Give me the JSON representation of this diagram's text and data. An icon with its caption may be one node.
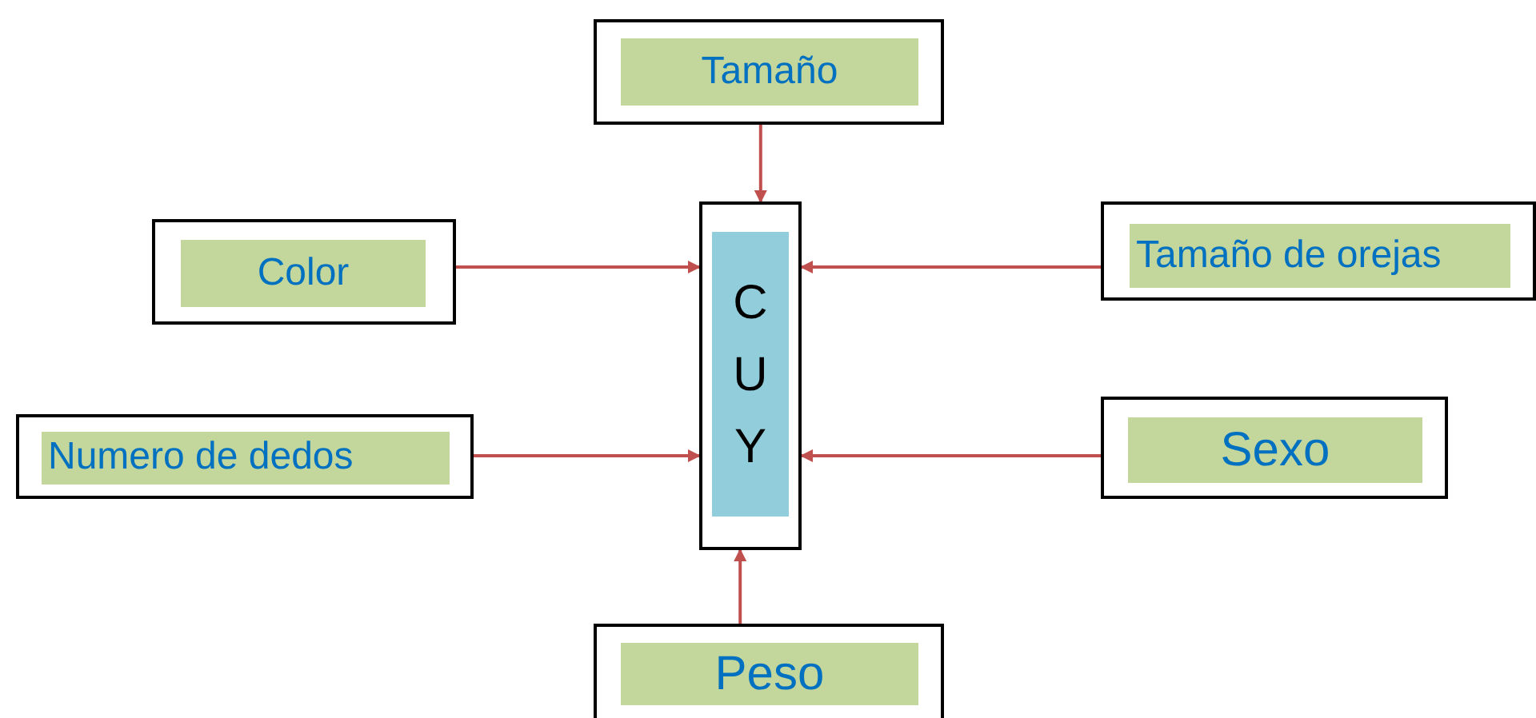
{
  "diagram": {
    "nodes": [
      {
        "text": [
          "Tamaño"
        ]
      },
      {
        "text": [
          "Color"
        ]
      },
      {
        "text": [
          "C U Y"
        ]
      },
      {
        "text": [
          "Tamaño de orejas"
        ]
      },
      {
        "text": [
          "Numero de dedos"
        ]
      },
      {
        "text": [
          "Sexo"
        ]
      },
      {
        "text": [
          "Peso"
        ]
      }
    ],
    "edges": [
      {
        "from": 0,
        "to": 2,
        "arrow": "to"
      },
      {
        "from": 1,
        "to": 2,
        "arrow": "to"
      },
      {
        "from": 3,
        "to": 2,
        "arrow": "to"
      },
      {
        "from": 4,
        "to": 2,
        "arrow": "to"
      },
      {
        "from": 5,
        "to": 2,
        "arrow": "to"
      },
      {
        "from": 6,
        "to": 2,
        "arrow": "to"
      }
    ]
  }
}
